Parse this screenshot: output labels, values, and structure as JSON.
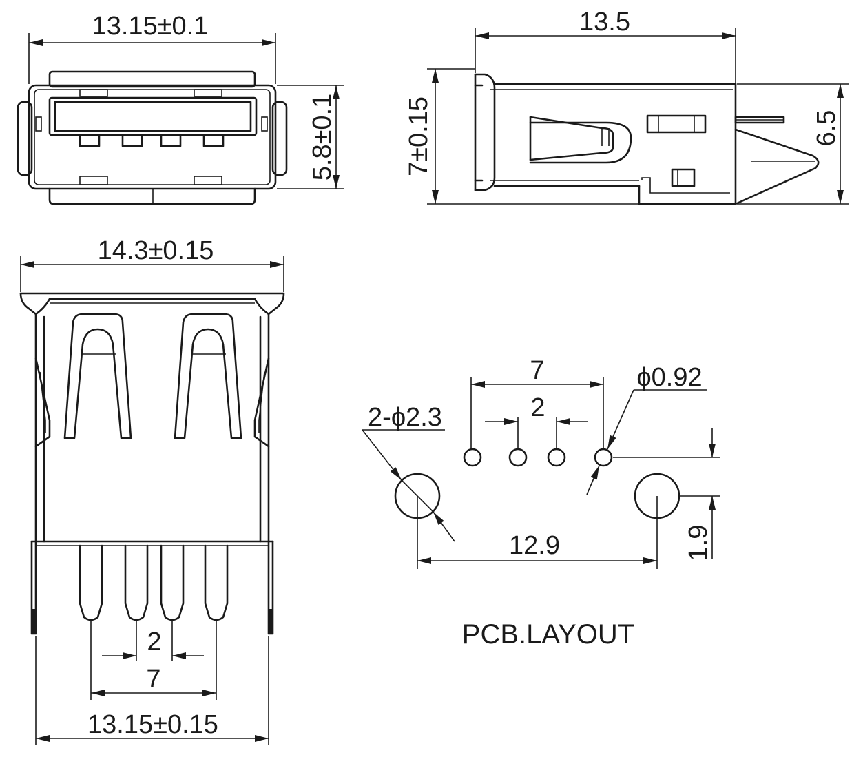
{
  "front_view": {
    "width_label": "13.15±0.1",
    "height_label": "5.8±0.1"
  },
  "side_view": {
    "length_label": "13.5",
    "height_label": "7±0.15",
    "pin_height_label": "6.5"
  },
  "bottom_view": {
    "top_width_label": "14.3±0.15",
    "pin_pitch_label": "2",
    "outer_pin_span_label": "7",
    "bottom_width_label": "13.15±0.15"
  },
  "pcb_layout": {
    "title": "PCB.LAYOUT",
    "signal_span_label": "7",
    "signal_pitch_label": "2",
    "signal_hole_label": "ϕ0.92",
    "mount_hole_label": "2-ϕ2.3",
    "mount_span_label": "12.9",
    "offset_label": "1.9"
  }
}
